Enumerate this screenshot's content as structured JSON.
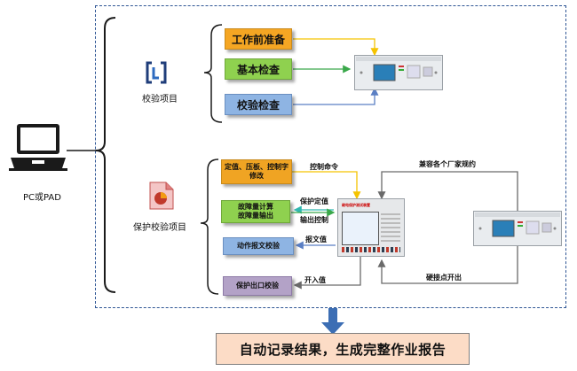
{
  "device_label": "PC或PAD",
  "top_section": {
    "label": "校验项目",
    "items": [
      "工作前准备",
      "基本检查",
      "校验检查"
    ]
  },
  "bottom_section": {
    "label": "保护校验项目",
    "items": [
      {
        "line1": "定值、压板、控制字",
        "line2": "修改",
        "color": "#f0a423"
      },
      {
        "line1": "故障量计算",
        "line2": "故障量输出",
        "color": "#8fd14f"
      },
      {
        "line1": "动作报文校验",
        "line2": "",
        "color": "#8eb4e3"
      },
      {
        "line1": "保护出口校验",
        "line2": "",
        "color": "#b3a2c7"
      }
    ],
    "flow_labels": {
      "control_cmd": "控制命令",
      "protect_setting": "保护定值",
      "output_control": "输出控制",
      "report_msg": "报文值",
      "input_value": "开入值",
      "compatible": "兼容各个厂家规约",
      "hard_contact": "硬接点开出"
    }
  },
  "device_screen_text": "继电保护测试装置",
  "result_text": "自动记录结果，生成完整作业报告",
  "colors": {
    "frame": "#2e5594",
    "item_orange": "#f5a623",
    "item_green": "#8fd14f",
    "item_blue": "#8eb4e3",
    "arrow_down": "#3c6eb4",
    "result_bg": "#fcdcc6"
  }
}
